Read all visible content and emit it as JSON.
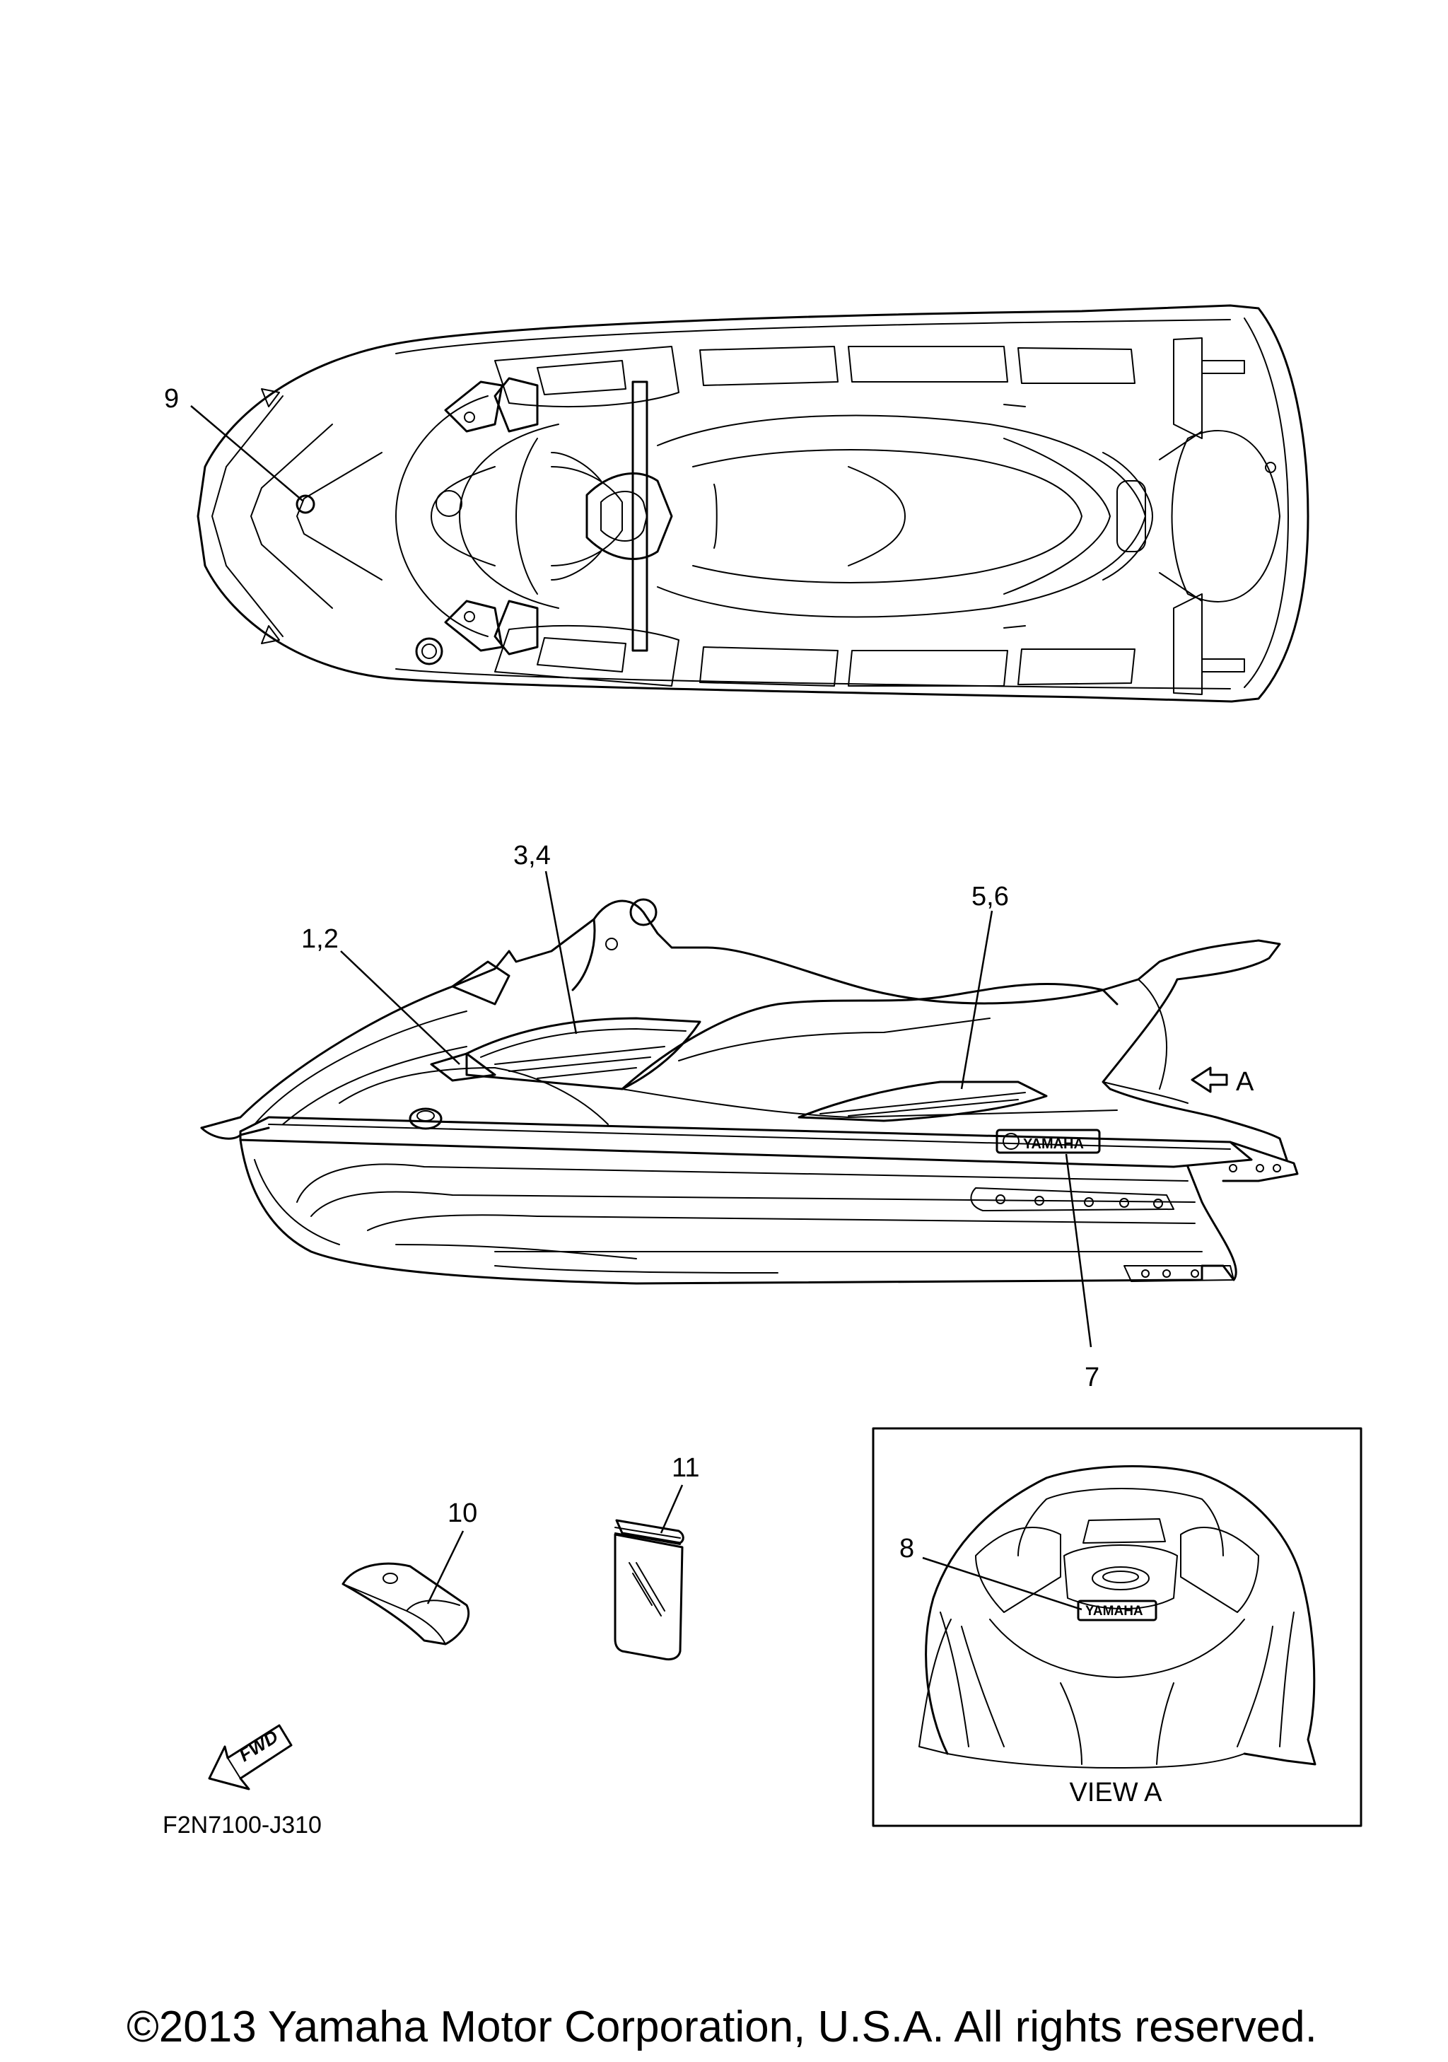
{
  "callouts": {
    "c9": "9",
    "c34": "3,4",
    "c12": "1,2",
    "c56": "5,6",
    "c7": "7",
    "c10": "10",
    "c11": "11",
    "c8": "8",
    "arrow_a": "A"
  },
  "decals": {
    "side_logo": "YAMAHA",
    "rear_logo": "YAMAHA",
    "fwd_label": "FWD"
  },
  "view_label": "VIEW A",
  "drawing_code": "F2N7100-J310",
  "copyright": "©2013 Yamaha Motor Corporation, U.S.A. All rights reserved."
}
